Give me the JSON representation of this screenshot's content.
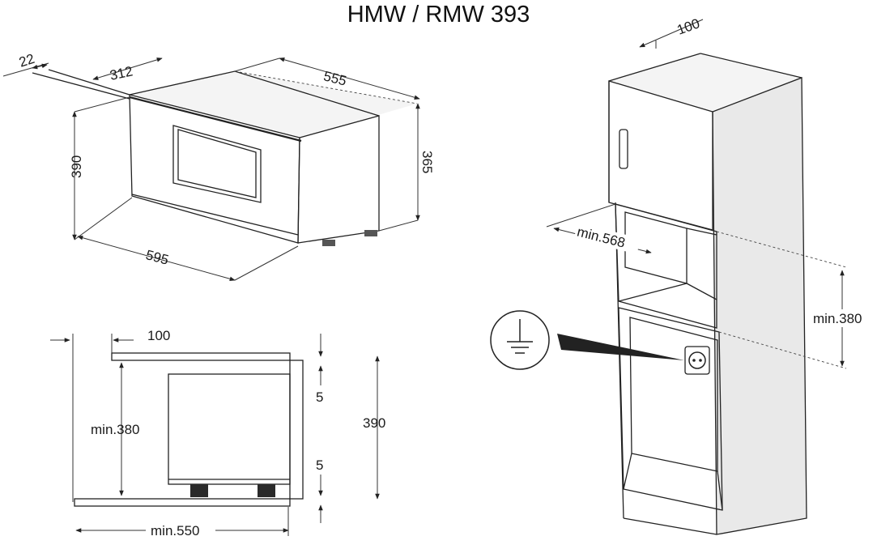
{
  "title": "HMW / RMW 393",
  "microwave_iso": {
    "dim_22": "22",
    "dim_312": "312",
    "dim_555": "555",
    "dim_390": "390",
    "dim_365": "365",
    "dim_595": "595"
  },
  "side_section": {
    "dim_100": "100",
    "dim_min380": "min.380",
    "dim_5_top": "5",
    "dim_5_bottom": "5",
    "dim_390": "390",
    "dim_min550": "min.550"
  },
  "cabinet": {
    "dim_100": "100",
    "dim_min568": "min.568",
    "dim_min380": "min.380"
  },
  "icons": [
    "ground-symbol-icon",
    "power-socket-icon"
  ]
}
